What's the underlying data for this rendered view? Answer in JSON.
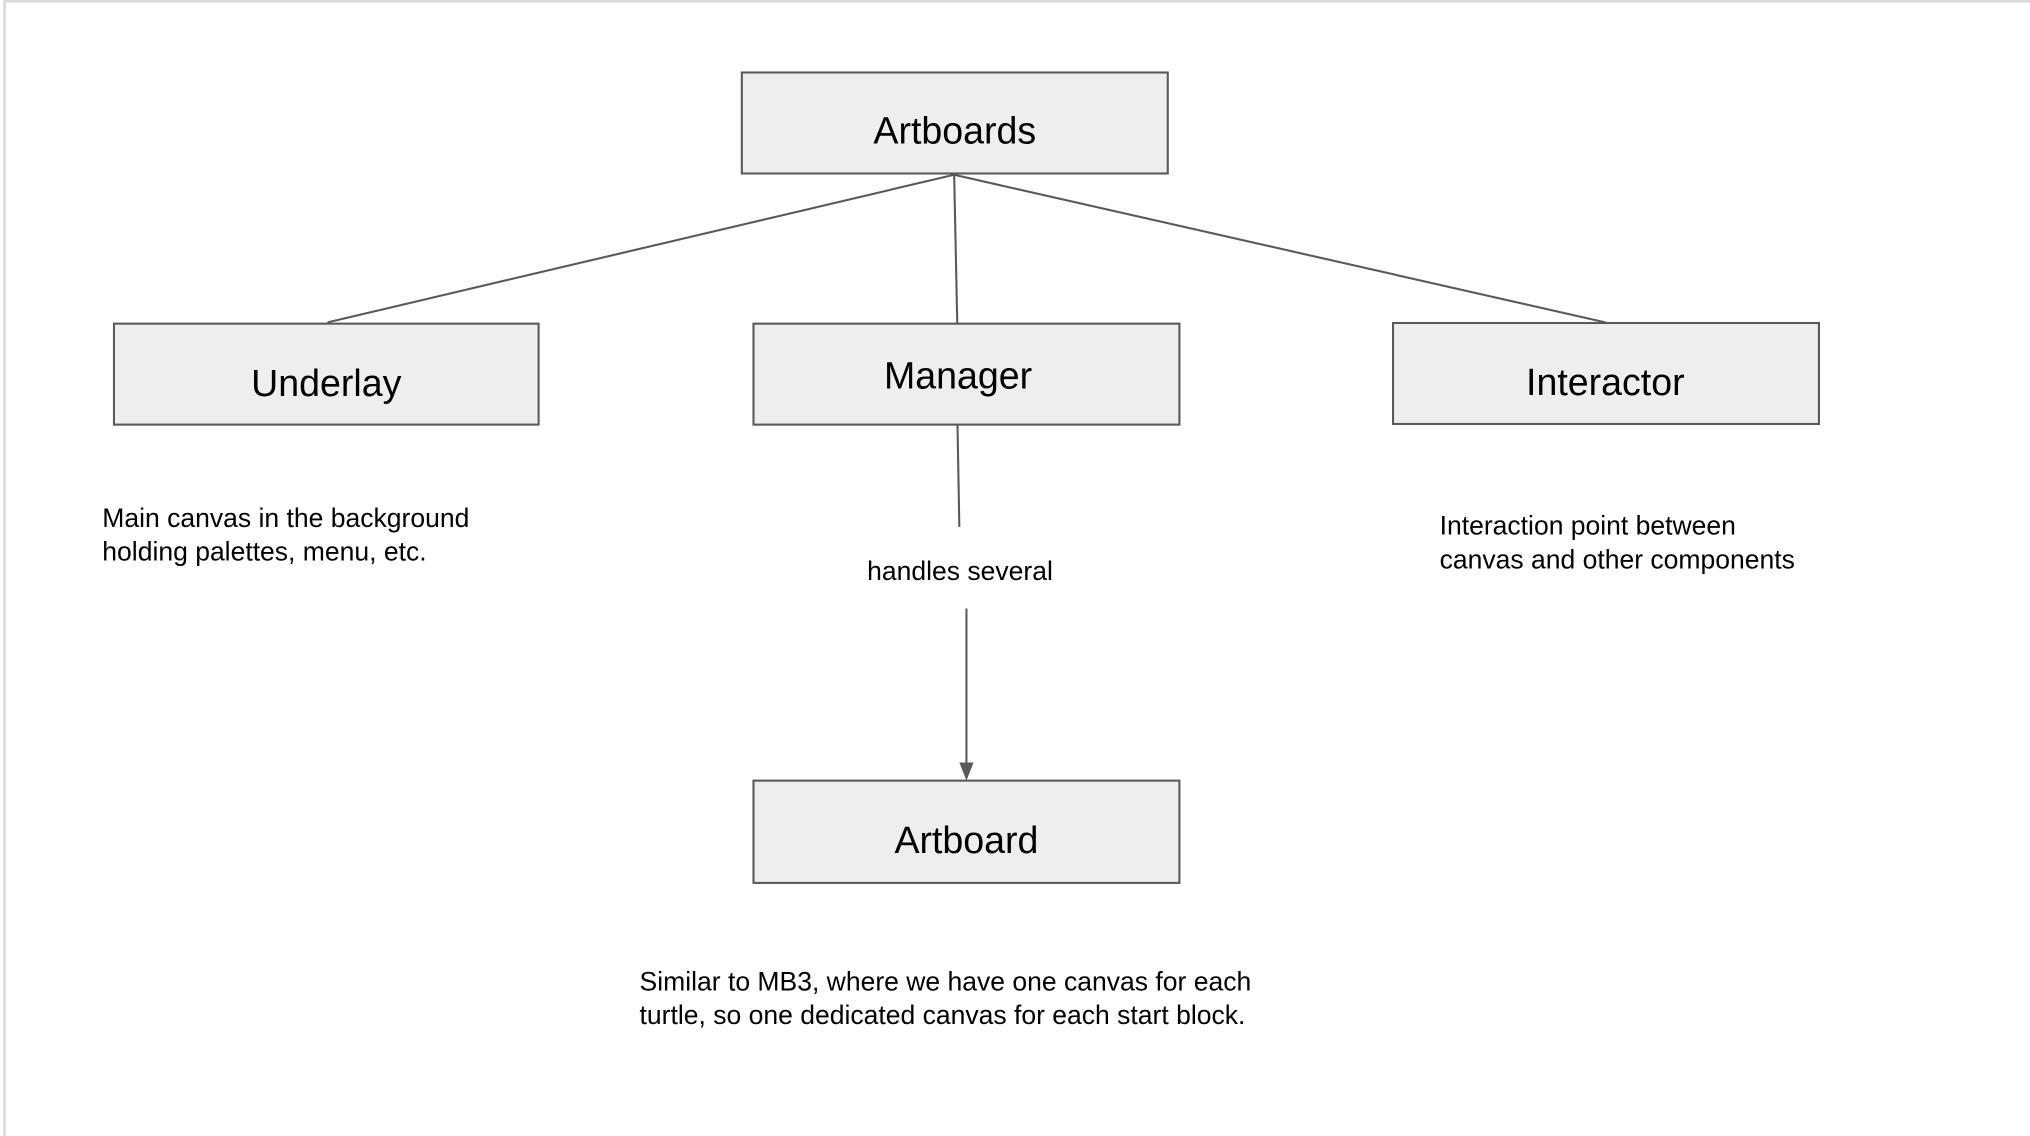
{
  "nodes": {
    "artboards": "Artboards",
    "underlay": "Underlay",
    "manager": "Manager",
    "interactor": "Interactor",
    "artboard": "Artboard"
  },
  "edge_labels": {
    "manager_to_artboard": "handles several"
  },
  "descriptions": {
    "underlay": [
      "Main canvas in the background",
      "holding palettes, menu, etc."
    ],
    "interactor": [
      "Interaction point between",
      "canvas and other components"
    ],
    "artboard": [
      "Similar to MB3, where we have one canvas for each",
      "turtle, so one dedicated canvas for each start block."
    ]
  },
  "colors": {
    "box_fill": "#eeeeee",
    "stroke": "#595959"
  }
}
